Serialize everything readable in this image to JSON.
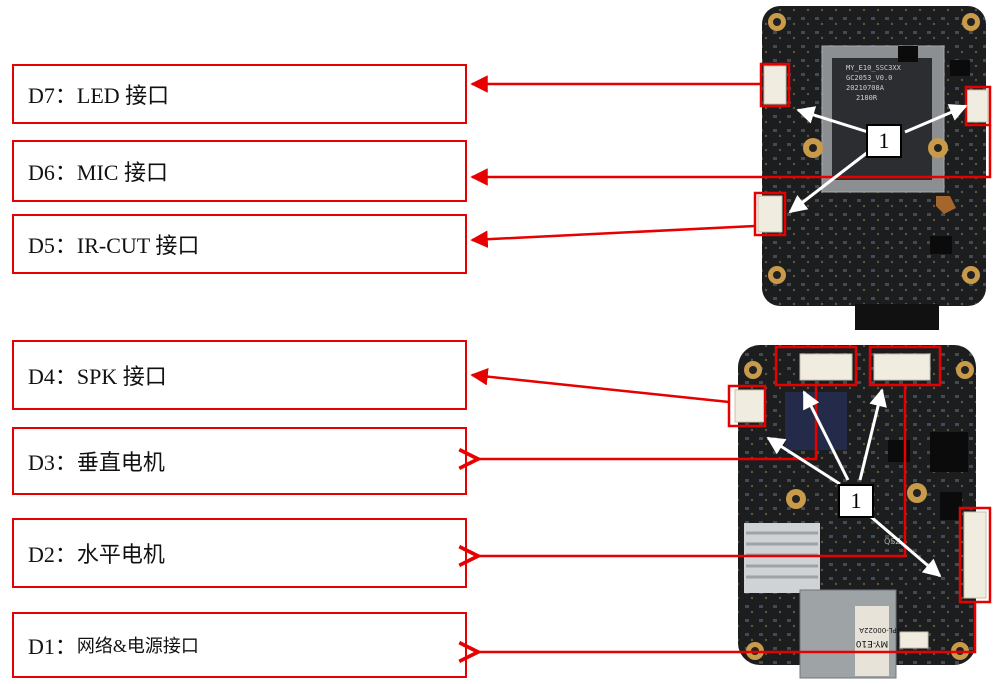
{
  "labels": {
    "d7": "D7：LED 接口",
    "d6": "D6：MIC 接口",
    "d5": "D5：IR-CUT 接口",
    "d4": "D4：SPK 接口",
    "d3": "D3：垂直电机",
    "d2": "D2：水平电机",
    "d1_prefix": "D1：",
    "d1_text": "网络&电源接口"
  },
  "callouts": {
    "top": "1",
    "bottom": "1"
  },
  "board_text": {
    "top_chip_line1": "MY_E10_SSC3XX",
    "top_chip_line2": "GC2053_V0.0",
    "top_chip_line3": "20210708A",
    "top_chip_line4": "2180R",
    "bottom_label1": "MY-E10",
    "bottom_label2": "FPL-00022A",
    "bottom_small": "QSZ"
  },
  "colors": {
    "accent_red": "#e60000",
    "pcb": "#1b1d1f",
    "connector": "#f1ece0"
  }
}
